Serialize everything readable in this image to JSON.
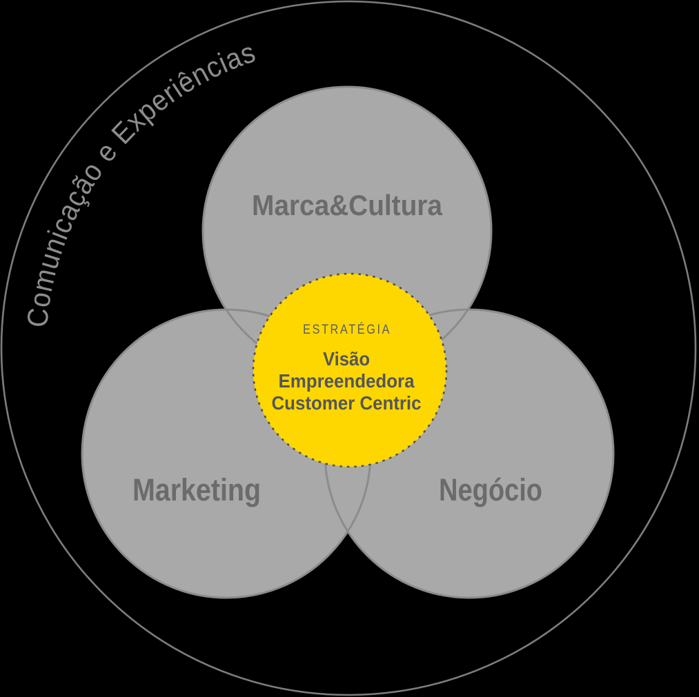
{
  "diagram": {
    "ring_label": "Comunicação e Experiências",
    "circles": [
      {
        "id": "marca-cultura",
        "label": "Marca&Cultura"
      },
      {
        "id": "marketing",
        "label": "Marketing"
      },
      {
        "id": "negocio",
        "label": "Negócio"
      }
    ],
    "center_circle": {
      "eyebrow": "ESTRATÉGIA",
      "lines": [
        "Visão",
        "Empreendedora",
        "Customer Centric"
      ]
    },
    "colors": {
      "background": "#000000",
      "outer_ring_stroke": "#7d7d7d",
      "ring_label_text": "#8d8d8d",
      "venn_circle_fill": "#a9a9a9",
      "venn_circle_outline": "#8c8c8c",
      "venn_label_text": "#6b6b6b",
      "center_circle_fill": "#ffd700",
      "center_circle_dotted_border": "#4f4f4f",
      "center_text": "#54565b"
    }
  }
}
